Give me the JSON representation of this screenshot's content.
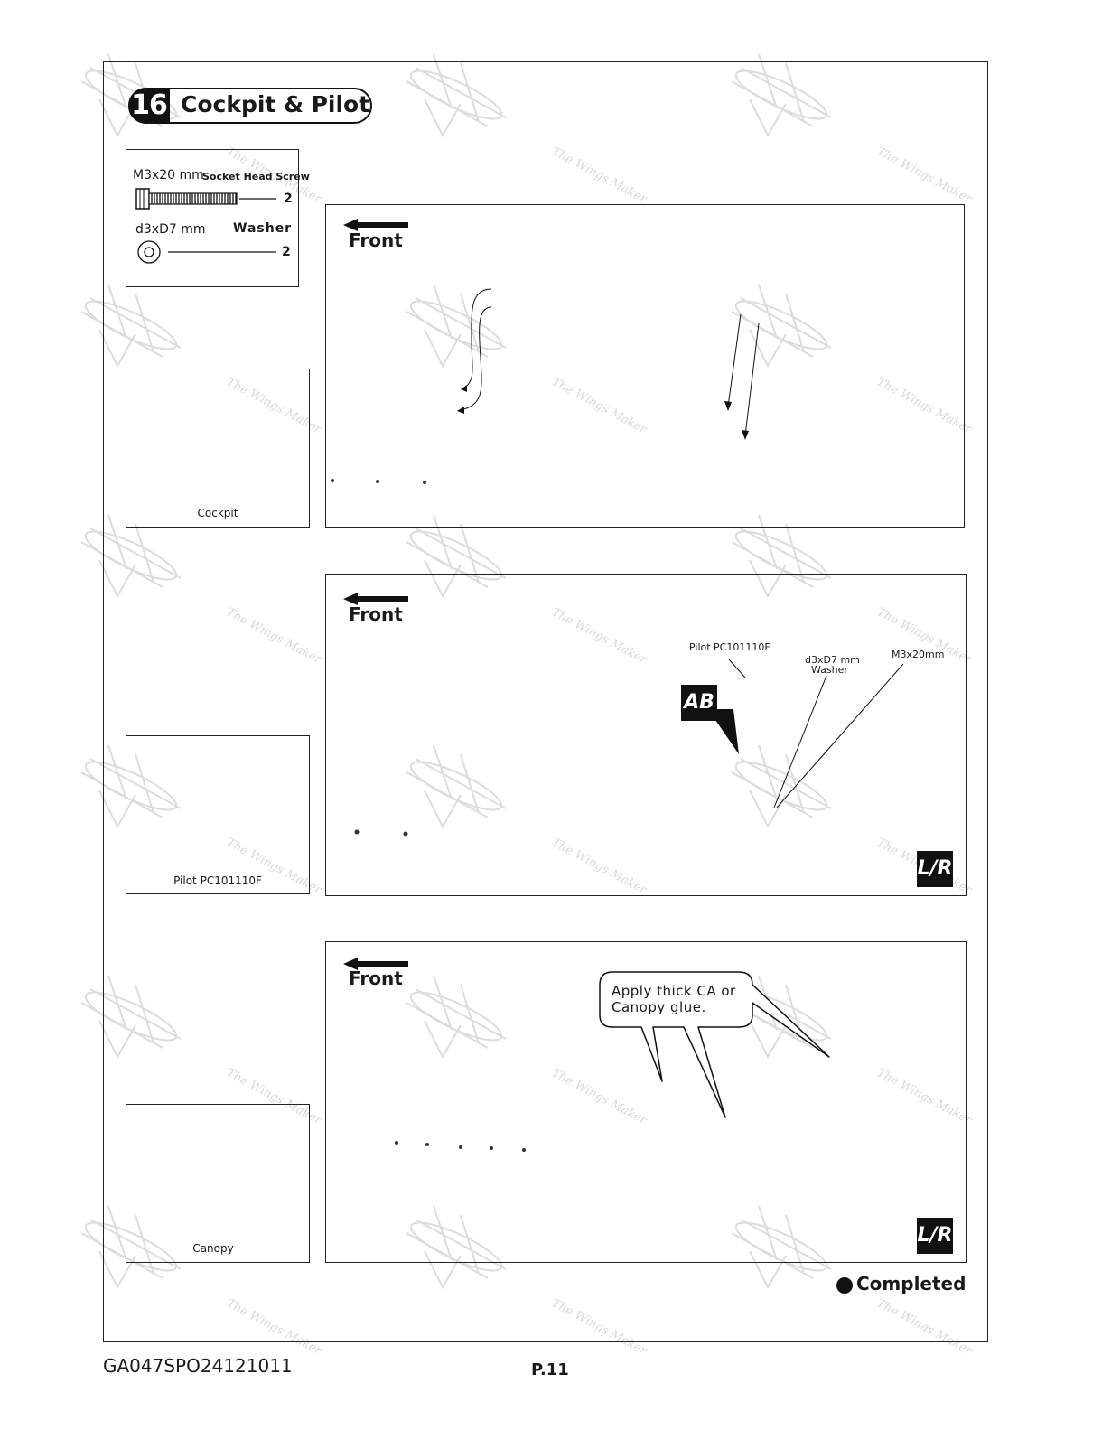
{
  "header": {
    "step_number": "16",
    "title": "Cockpit & Pilot"
  },
  "parts": {
    "screw_size": "M3x20 mm",
    "screw_name": "Socket Head Screw",
    "screw_qty": "2",
    "washer_size": "d3xD7 mm",
    "washer_name": "Washer",
    "washer_qty": "2"
  },
  "panels": {
    "front_label": "Front",
    "cockpit_caption": "Cockpit",
    "pilot_caption": "Pilot PC101110F",
    "canopy_caption": "Canopy"
  },
  "callouts": {
    "pilot": "Pilot PC101110F",
    "washer_size": "d3xD7 mm",
    "washer": "Washer",
    "screw": "M3x20mm",
    "glue_line1": "Apply thick CA or",
    "glue_line2": "Canopy glue."
  },
  "badges": {
    "lr": "L/R",
    "ab": "AB"
  },
  "completed": "Completed",
  "footer": {
    "code": "GA047SPO24121011",
    "page": "P.11"
  },
  "watermark_text": "The Wings Maker"
}
